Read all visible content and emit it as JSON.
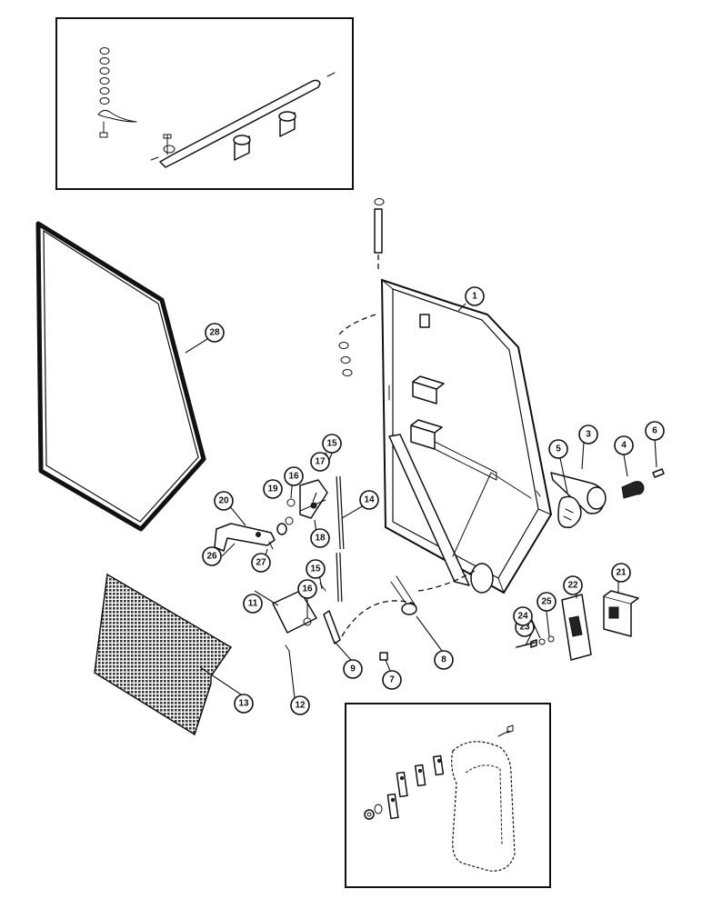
{
  "callouts": [
    {
      "id": "c1",
      "label": "1"
    },
    {
      "id": "c3",
      "label": "3"
    },
    {
      "id": "c4",
      "label": "4"
    },
    {
      "id": "c5",
      "label": "5"
    },
    {
      "id": "c6",
      "label": "6"
    },
    {
      "id": "c7",
      "label": "7"
    },
    {
      "id": "c8",
      "label": "8"
    },
    {
      "id": "c9",
      "label": "9"
    },
    {
      "id": "c11",
      "label": "11"
    },
    {
      "id": "c12",
      "label": "12"
    },
    {
      "id": "c13",
      "label": "13"
    },
    {
      "id": "c14",
      "label": "14"
    },
    {
      "id": "c15a",
      "label": "15"
    },
    {
      "id": "c15b",
      "label": "15"
    },
    {
      "id": "c16a",
      "label": "16"
    },
    {
      "id": "c16b",
      "label": "16"
    },
    {
      "id": "c17",
      "label": "17"
    },
    {
      "id": "c18",
      "label": "18"
    },
    {
      "id": "c19",
      "label": "19"
    },
    {
      "id": "c20",
      "label": "20"
    },
    {
      "id": "c21",
      "label": "21"
    },
    {
      "id": "c22",
      "label": "22"
    },
    {
      "id": "c23",
      "label": "23"
    },
    {
      "id": "c24",
      "label": "24"
    },
    {
      "id": "c25",
      "label": "25"
    },
    {
      "id": "c26",
      "label": "26"
    },
    {
      "id": "c27",
      "label": "27"
    },
    {
      "id": "c28",
      "label": "28"
    }
  ]
}
